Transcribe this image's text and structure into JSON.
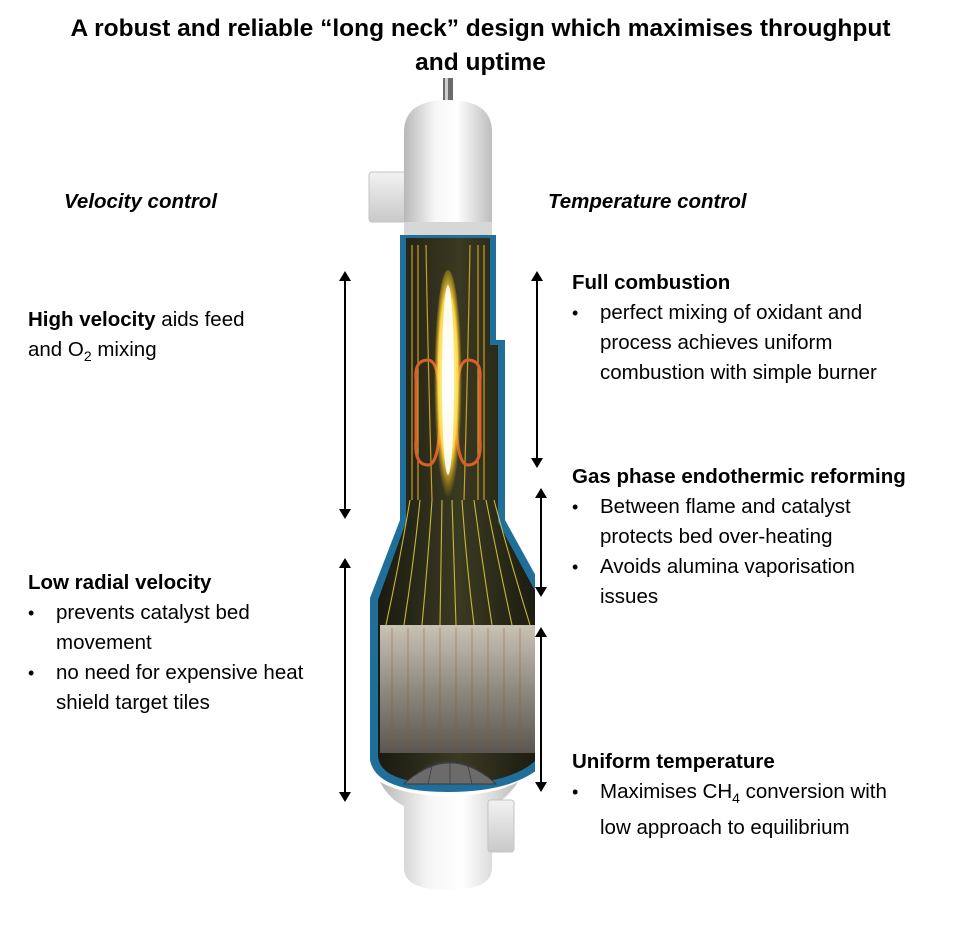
{
  "title": {
    "line1": "A robust and reliable “long neck” design which maximises throughput",
    "line2": "and uptime"
  },
  "left": {
    "heading": "Velocity control",
    "high_velocity": {
      "bold": "High velocity",
      "rest1": " aids feed",
      "line2_pre": "and O",
      "sub": "2",
      "line2_post": " mixing"
    },
    "low_radial": {
      "heading": "Low radial velocity",
      "bullets": [
        "prevents catalyst bed movement",
        "no need for expensive heat shield target tiles"
      ]
    }
  },
  "right": {
    "heading": "Temperature control",
    "full_combustion": {
      "heading": "Full combustion",
      "bullets": [
        "perfect mixing of oxidant and process achieves uniform combustion with simple burner"
      ]
    },
    "gas_phase": {
      "heading": "Gas phase endothermic reforming",
      "bullets": [
        "Between flame and catalyst protects bed over-heating",
        "Avoids alumina vaporisation issues"
      ]
    },
    "uniform_temp": {
      "heading": "Uniform temperature",
      "bullet_pre": "Maximises CH",
      "bullet_sub": "4",
      "bullet_post": " conversion with low approach to equilibrium"
    }
  }
}
